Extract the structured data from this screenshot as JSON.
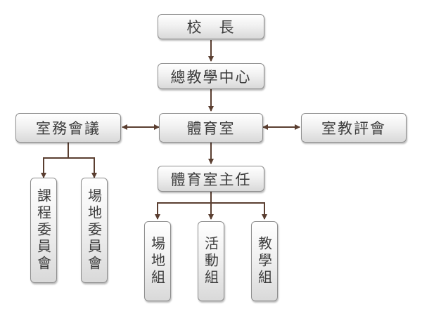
{
  "nodes": {
    "principal": "校　長",
    "academic_center": "總教學中心",
    "council": "室務會議",
    "pe_office": "體育室",
    "teaching_review": "室教評會",
    "director": "體育室主任",
    "curriculum_committee": "課程委員會",
    "venue_committee": "場地委員會",
    "venue_group": "場地組",
    "activity_group": "活動組",
    "teaching_group": "教學組"
  },
  "colors": {
    "line": "#5a3e30",
    "border": "#8e8e8e",
    "text": "#3d3d3d"
  }
}
